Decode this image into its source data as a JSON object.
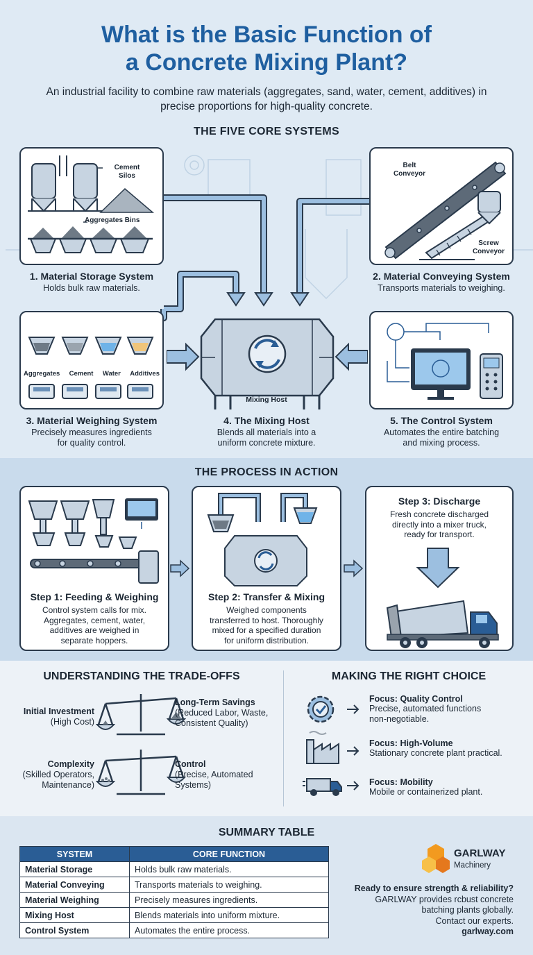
{
  "header": {
    "title_line1": "What is the Basic Function of",
    "title_line2": "a Concrete Mixing Plant?",
    "subtitle": "An industrial facility to combine raw materials (aggregates, sand, water, cement, additives) in precise proportions for high-quality concrete."
  },
  "core_systems": {
    "heading": "THE FIVE CORE SYSTEMS",
    "storage": {
      "title": "1. Material Storage System",
      "desc": "Holds bulk raw materials.",
      "label_silos_1": "Cement",
      "label_silos_2": "Silos",
      "label_bins": "Aggregates Bins"
    },
    "conveying": {
      "title": "2. Material Conveying System",
      "desc": "Transports materials to weighing.",
      "label_belt_1": "Belt",
      "label_belt_2": "Conveyor",
      "label_screw_1": "Screw",
      "label_screw_2": "Conveyor"
    },
    "weighing": {
      "title": "3. Material Weighing System",
      "desc_line1": "Precisely measures ingredients",
      "desc_line2": "for quality control.",
      "hoppers": [
        "Aggregates",
        "Cement",
        "Water",
        "Additives"
      ]
    },
    "mixing": {
      "title": "4. The Mixing Host",
      "desc_line1": "Blends all materials into a",
      "desc_line2": "uniform concrete mixture.",
      "label": "Mixing Host"
    },
    "control": {
      "title": "5. The Control System",
      "desc_line1": "Automates the entire batching",
      "desc_line2": "and mixing process."
    }
  },
  "process": {
    "heading": "THE PROCESS IN ACTION",
    "step1": {
      "title": "Step 1: Feeding & Weighing",
      "desc": [
        "Control system calls for mix.",
        "Aggregates, cement, water,",
        "additives are weighed in",
        "separate hoppers."
      ]
    },
    "step2": {
      "title": "Step 2: Transfer & Mixing",
      "desc": [
        "Weighed components",
        "transferred to host. Thoroughly",
        "mixed for a specified duration",
        "for uniform distribution."
      ]
    },
    "step3": {
      "title": "Step 3: Discharge",
      "desc": [
        "Fresh concrete discharged",
        "directly into a mixer truck,",
        "ready for transport."
      ]
    }
  },
  "tradeoffs": {
    "heading": "UNDERSTANDING THE TRADE-OFFS",
    "scale1": {
      "left_title": "Initial Investment",
      "left_sub": "(High Cost)",
      "right_title": "Long-Term Savings",
      "right_sub1": "(Reduced Labor, Waste,",
      "right_sub2": "Consistent Quality)"
    },
    "scale2": {
      "left_title": "Complexity",
      "left_sub1": "(Skilled Operators,",
      "left_sub2": "Maintenance)",
      "right_title": "Control",
      "right_sub1": "(Precise, Automated",
      "right_sub2": "Systems)"
    }
  },
  "choice": {
    "heading": "MAKING THE RIGHT CHOICE",
    "items": [
      {
        "title": "Focus: Quality Control",
        "desc1": "Precise, automated functions",
        "desc2": "non-negotiable."
      },
      {
        "title": "Focus: High-Volume",
        "desc1": "Stationary concrete plant practical.",
        "desc2": ""
      },
      {
        "title": "Focus: Mobility",
        "desc1": "Mobile or containerized plant.",
        "desc2": ""
      }
    ]
  },
  "summary": {
    "heading": "SUMMARY TABLE",
    "col_system": "SYSTEM",
    "col_function": "CORE FUNCTION",
    "rows": [
      {
        "system": "Material Storage",
        "function": "Holds bulk raw materials."
      },
      {
        "system": "Material Conveying",
        "function": "Transports materials to weighing."
      },
      {
        "system": "Material Weighing",
        "function": "Precisely measures ingredients."
      },
      {
        "system": "Mixing Host",
        "function": "Blends materials into uniform mixture."
      },
      {
        "system": "Control System",
        "function": "Automates the entire process."
      }
    ]
  },
  "brand": {
    "name": "GARLWAY",
    "sub": "Machinery",
    "cta_title": "Ready to ensure strength & reliability?",
    "cta_line1": "GARLWAY provides rcbust concrete",
    "cta_line2": "batching plants globally.",
    "cta_line3": "Contact our experts.",
    "url": "garlway.com"
  },
  "colors": {
    "title_blue": "#1f5fa0",
    "outline": "#2a3a4c",
    "pipe": "#8fb3d6",
    "table_header": "#2a5d95",
    "brand_orange": "#f29a1f"
  }
}
